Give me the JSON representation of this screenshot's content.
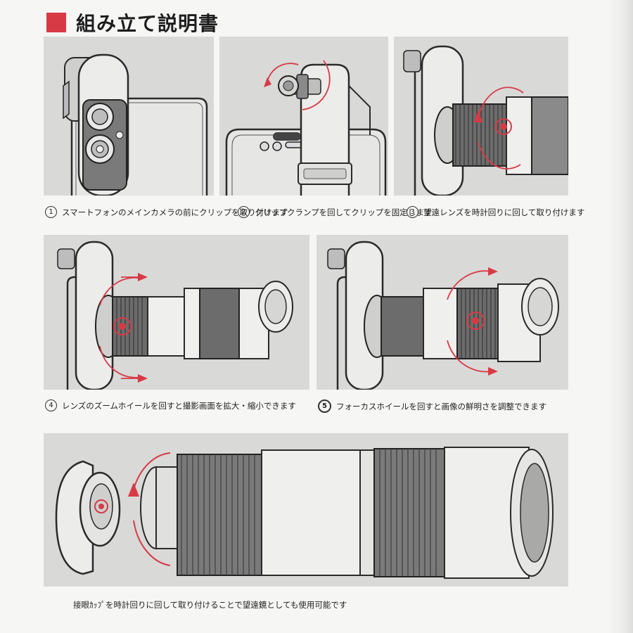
{
  "header": {
    "title": "組み立て説明書"
  },
  "steps": [
    {
      "number": "1",
      "caption": "スマートフォンのメインカメラの前にクリップを取り付けます"
    },
    {
      "number": "2",
      "caption": "クリップクランプを回してクリップを固定します"
    },
    {
      "number": "3",
      "caption": "望遠レンズを時計回りに回して取り付けます"
    },
    {
      "number": "4",
      "caption": "レンズのズームホイールを回すと撮影画面を拡大・縮小できます"
    },
    {
      "number": "5",
      "caption": "フォーカスホイールを回すと画像の鮮明さを調整できます"
    },
    {
      "number": "",
      "caption": "接眼ｶｯﾌﾟを時計回りに回して取り付けることで望遠鏡としても使用可能です"
    }
  ],
  "colors": {
    "accent": "#d83a45",
    "panel": "#d9d9d8",
    "page": "#f6f6f4"
  }
}
